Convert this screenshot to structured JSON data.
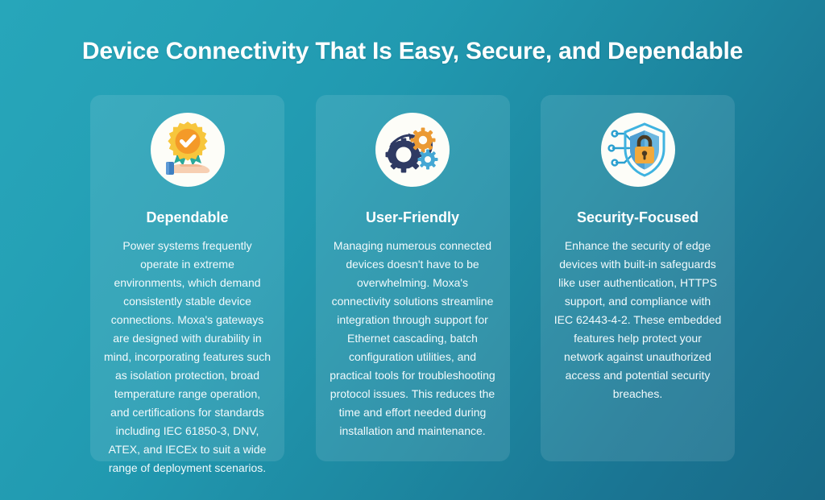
{
  "hero": {
    "title": "Device Connectivity That Is Easy, Secure, and Dependable",
    "background_from": "#27a6ba",
    "background_to": "#186a87"
  },
  "cards": [
    {
      "icon": "award-badge-in-hand-icon",
      "title": "Dependable",
      "body": "Power systems frequently operate in extreme environments, which demand consistently stable device connections. Moxa's gateways are designed with durability in mind, incorporating features such as isolation protection, broad temperature range operation, and certifications for standards including IEC 61850-3, DNV, ATEX, and IECEx to suit a wide range of deployment scenarios."
    },
    {
      "icon": "gears-with-arrows-icon",
      "title": "User-Friendly",
      "body": "Managing numerous connected devices doesn't have to be overwhelming. Moxa's connectivity solutions streamline integration through support for Ethernet cascading, batch configuration utilities, and practical tools for troubleshooting protocol issues. This reduces the time and effort needed during installation and maintenance."
    },
    {
      "icon": "shield-with-padlock-icon",
      "title": "Security-Focused",
      "body": "Enhance the security of edge devices with built-in safeguards like user authentication, HTTPS support, and compliance with IEC 62443-4-2. These embedded features help protect your network against unauthorized access and potential security breaches."
    }
  ]
}
